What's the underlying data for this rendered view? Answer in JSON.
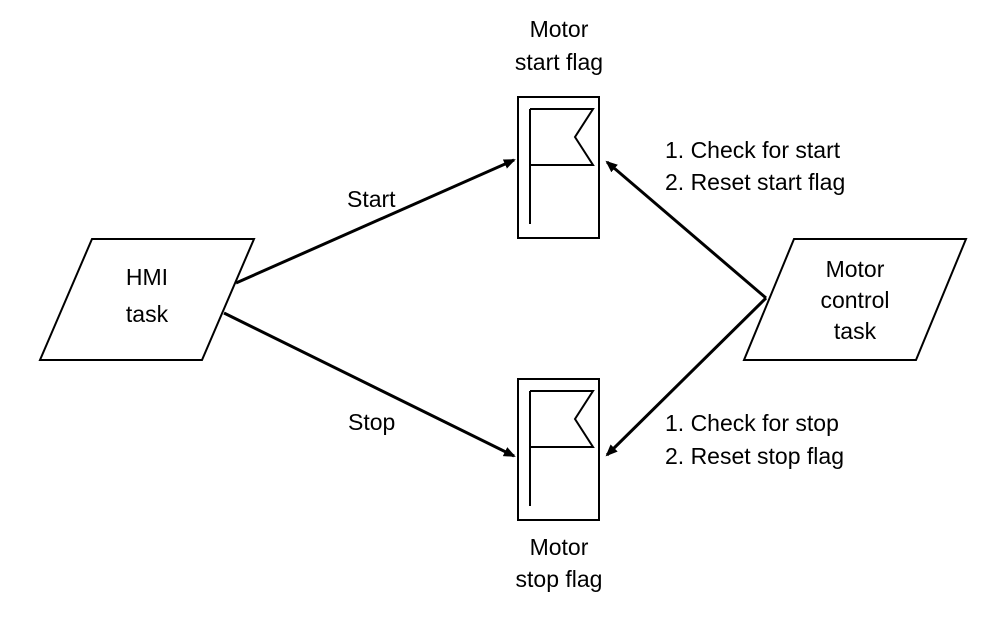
{
  "hmi_task": {
    "line1": "HMI",
    "line2": "task"
  },
  "motor_control_task": {
    "line1": "Motor",
    "line2": "control",
    "line3": "task"
  },
  "start_flag": {
    "line1": "Motor",
    "line2": "start flag"
  },
  "stop_flag": {
    "line1": "Motor",
    "line2": "stop flag"
  },
  "arrows": {
    "start": "Start",
    "stop": "Stop"
  },
  "start_steps": {
    "step1": "1. Check for start",
    "step2": "2. Reset start flag"
  },
  "stop_steps": {
    "step1": "1. Check for stop",
    "step2": "2. Reset stop flag"
  },
  "colors": {
    "stroke": "#000000",
    "background": "#ffffff"
  }
}
